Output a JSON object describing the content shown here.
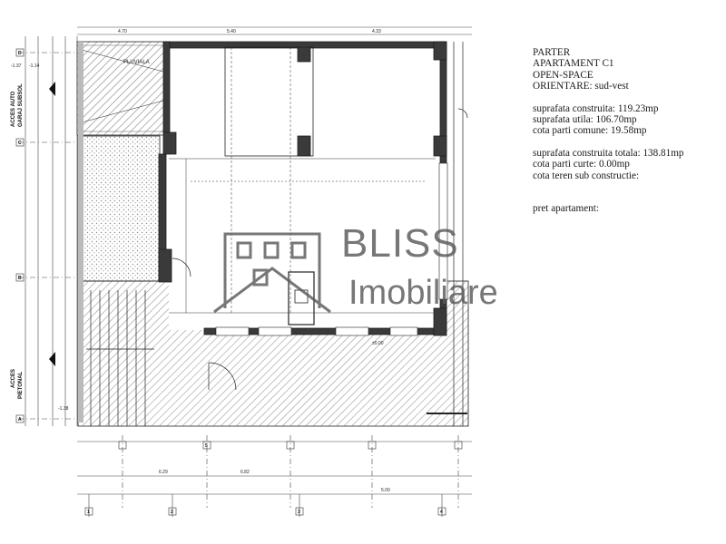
{
  "info": {
    "level": "PARTER",
    "apartment": "APARTAMENT C1",
    "layout": "OPEN-SPACE",
    "orientation": "ORIENTARE: sud-vest",
    "built_area": "suprafata construita: 119.23mp",
    "usable_area": "suprafata utila: 106.70mp",
    "common_share": "cota parti comune: 19.58mp",
    "total_built": "suprafata construita totala: 138.81mp",
    "yard_share": "cota parti curte: 0.00mp",
    "land_share": "cota teren sub constructie:",
    "price": "pret apartament:"
  },
  "watermark": {
    "line1": "BLISS",
    "line2": "Imobiliare"
  },
  "plan_labels": {
    "access_car_1": "ACCES AUTO",
    "access_car_2": "GARAJ SUBSOL",
    "access_ped_1": "ACCES",
    "access_ped_2": "PIETONAL",
    "ramp": "PLUVIALA",
    "axis_d": "D",
    "axis_c": "C",
    "axis_b": "B",
    "axis_a": "A",
    "axis_1": "1",
    "axis_2": "2",
    "axis_3": "3",
    "axis_4": "4",
    "axis_5": "5",
    "level_1": "-1.37",
    "level_2": "-1.14",
    "level_3": "-1.38",
    "level_4": "±0.00",
    "dim_top_1": "4.70",
    "dim_top_2": "5.40",
    "dim_top_3": "4.33",
    "dim_bottom_1": "6.29",
    "dim_bottom_2": "6.82",
    "dim_bottom_3": "5.00"
  },
  "colors": {
    "line": "#1f1f1f",
    "hatch": "#b0b0b0",
    "watermark": "#5a5a5a",
    "text": "#1a1a1a"
  }
}
